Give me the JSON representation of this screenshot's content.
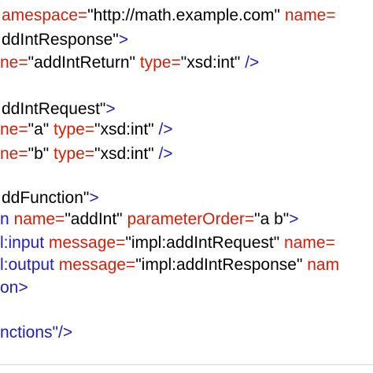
{
  "colors": {
    "tag": "#1f1fb8",
    "attribute": "#d21f0a",
    "value": "#000000"
  },
  "lines": [
    [
      {
        "t": "amespace=",
        "c": "red"
      },
      {
        "t": "\"http://math.example.com\"",
        "c": "black"
      },
      {
        "t": " name=",
        "c": "red"
      }
    ],
    [
      {
        "t": "ddIntResponse\"",
        "c": "black"
      },
      {
        "t": ">",
        "c": "blue"
      }
    ],
    [
      {
        "t": "ne=",
        "c": "red"
      },
      {
        "t": "\"addIntReturn\"",
        "c": "black"
      },
      {
        "t": " type=",
        "c": "red"
      },
      {
        "t": "\"xsd:int\"",
        "c": "black"
      },
      {
        "t": " />",
        "c": "blue"
      }
    ],
    [],
    [
      {
        "t": "ddIntRequest\"",
        "c": "black"
      },
      {
        "t": ">",
        "c": "blue"
      }
    ],
    [
      {
        "t": "ne=",
        "c": "red"
      },
      {
        "t": "\"a\"",
        "c": "black"
      },
      {
        "t": " type=",
        "c": "red"
      },
      {
        "t": "\"xsd:int\"",
        "c": "black"
      },
      {
        "t": " />",
        "c": "blue"
      }
    ],
    [
      {
        "t": "ne=",
        "c": "red"
      },
      {
        "t": "\"b\"",
        "c": "black"
      },
      {
        "t": " type=",
        "c": "red"
      },
      {
        "t": "\"xsd:int\"",
        "c": "black"
      },
      {
        "t": " />",
        "c": "blue"
      }
    ],
    [],
    [
      {
        "t": "ddFunction\"",
        "c": "black"
      },
      {
        "t": ">",
        "c": "blue"
      }
    ],
    [
      {
        "t": "n",
        "c": "blue"
      },
      {
        "t": " name=",
        "c": "red"
      },
      {
        "t": "\"addInt\"",
        "c": "black"
      },
      {
        "t": " parameterOrder=",
        "c": "red"
      },
      {
        "t": "\"a b\"",
        "c": "black"
      },
      {
        "t": ">",
        "c": "blue"
      }
    ],
    [
      {
        "t": "l:input",
        "c": "blue"
      },
      {
        "t": " message=",
        "c": "red"
      },
      {
        "t": "\"impl:addIntRequest\"",
        "c": "black"
      },
      {
        "t": " name=",
        "c": "red"
      }
    ],
    [
      {
        "t": "l:output",
        "c": "blue"
      },
      {
        "t": " message=",
        "c": "red"
      },
      {
        "t": "\"impl:addIntResponse\"",
        "c": "black"
      },
      {
        "t": " nam",
        "c": "red"
      }
    ],
    [
      {
        "t": "on>",
        "c": "blue"
      }
    ],
    [],
    [
      {
        "t": "nctions\"/>",
        "c": "blue"
      }
    ]
  ]
}
